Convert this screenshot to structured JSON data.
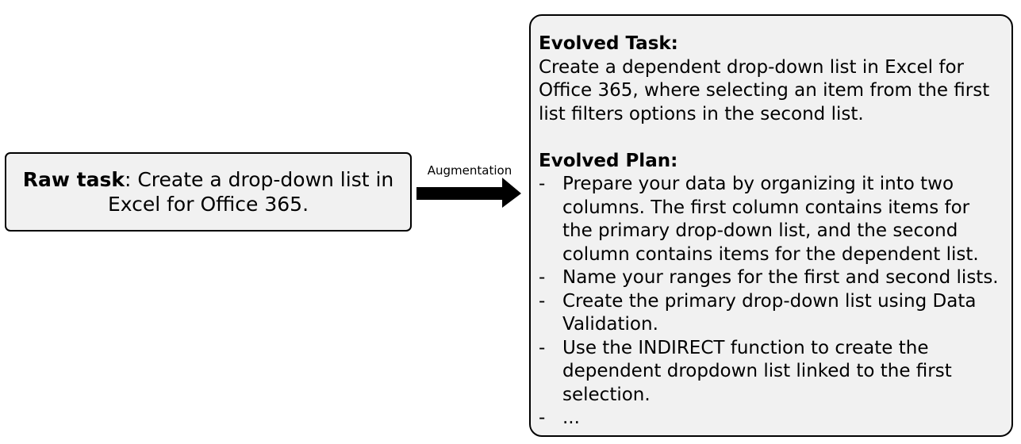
{
  "raw": {
    "label": "Raw task",
    "text": ": Create a drop-down list in Excel for Office 365."
  },
  "arrow": {
    "label": "Augmentation"
  },
  "evolved": {
    "task_heading": "Evolved Task:",
    "task_text": "Create a dependent drop-down list in Excel for Office 365, where selecting an item from the first list filters options in the second list.",
    "plan_heading": "Evolved Plan:",
    "plan_dash": "-",
    "plan_items": [
      "Prepare your data by organizing it into two columns. The first column contains items for the primary drop-down list, and the second column contains items for the dependent list.",
      "Name your ranges for the first and second lists.",
      "Create the primary drop-down list using Data Validation.",
      "Use the INDIRECT function to create the dependent dropdown list linked to the first selection.",
      "..."
    ]
  }
}
